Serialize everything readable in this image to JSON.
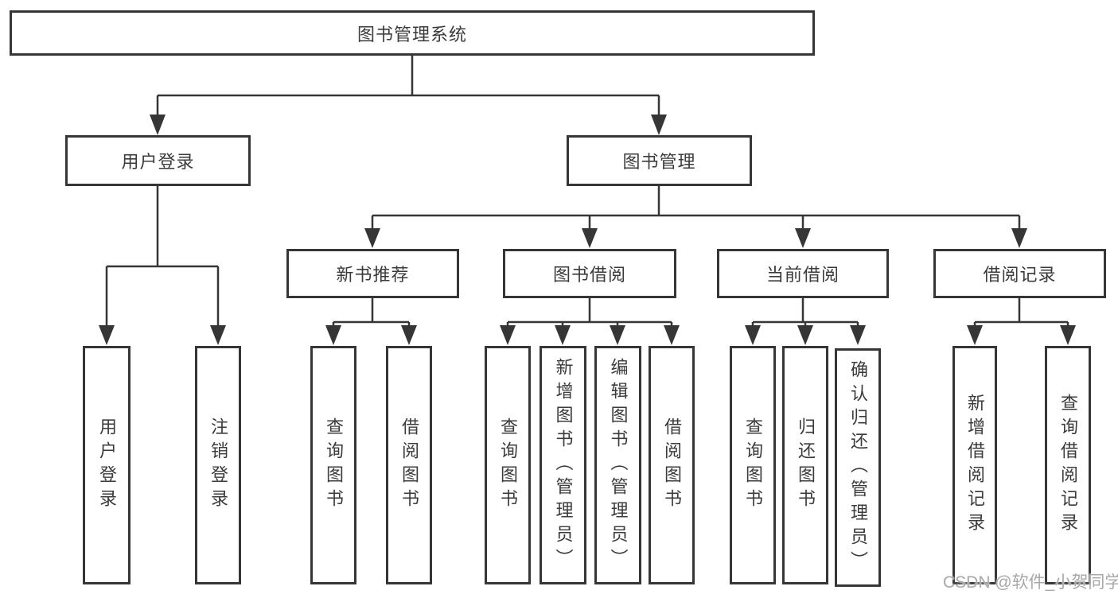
{
  "diagram": {
    "root": {
      "label": "图书管理系统"
    },
    "level2": [
      {
        "id": "user-login",
        "label": "用户登录"
      },
      {
        "id": "book-management",
        "label": "图书管理"
      }
    ],
    "level3": [
      {
        "id": "new-book-recommend",
        "label": "新书推荐"
      },
      {
        "id": "book-borrowing",
        "label": "图书借阅"
      },
      {
        "id": "current-borrowing",
        "label": "当前借阅"
      },
      {
        "id": "borrowing-records",
        "label": "借阅记录"
      }
    ],
    "leaves": [
      {
        "id": "leaf-user-login",
        "parent": "user-login",
        "label": "用户登录"
      },
      {
        "id": "leaf-logout",
        "parent": "user-login",
        "label": "注销登录"
      },
      {
        "id": "leaf-query-book-recommend",
        "parent": "new-book-recommend",
        "label": "查询图书"
      },
      {
        "id": "leaf-borrow-book-recommend",
        "parent": "new-book-recommend",
        "label": "借阅图书"
      },
      {
        "id": "leaf-query-book-borrowing",
        "parent": "book-borrowing",
        "label": "查询图书"
      },
      {
        "id": "leaf-add-book-admin",
        "parent": "book-borrowing",
        "label": "新增图书（管理员）"
      },
      {
        "id": "leaf-edit-book-admin",
        "parent": "book-borrowing",
        "label": "编辑图书（管理员）"
      },
      {
        "id": "leaf-borrow-book-borrowing",
        "parent": "book-borrowing",
        "label": "借阅图书"
      },
      {
        "id": "leaf-query-book-current",
        "parent": "current-borrowing",
        "label": "查询图书"
      },
      {
        "id": "leaf-return-book",
        "parent": "current-borrowing",
        "label": "归还图书"
      },
      {
        "id": "leaf-confirm-return-admin",
        "parent": "current-borrowing",
        "label": "确认归还（管理员）"
      },
      {
        "id": "leaf-add-borrow-record",
        "parent": "borrowing-records",
        "label": "新增借阅记录"
      },
      {
        "id": "leaf-query-borrow-record",
        "parent": "borrowing-records",
        "label": "查询借阅记录"
      }
    ]
  },
  "watermark": "CSDN @软件_小贺同学",
  "colors": {
    "line": "#363636",
    "box_border": "#363636",
    "text": "#3b3b3b",
    "watermark": "#a8a8a8",
    "background": "#ffffff"
  }
}
